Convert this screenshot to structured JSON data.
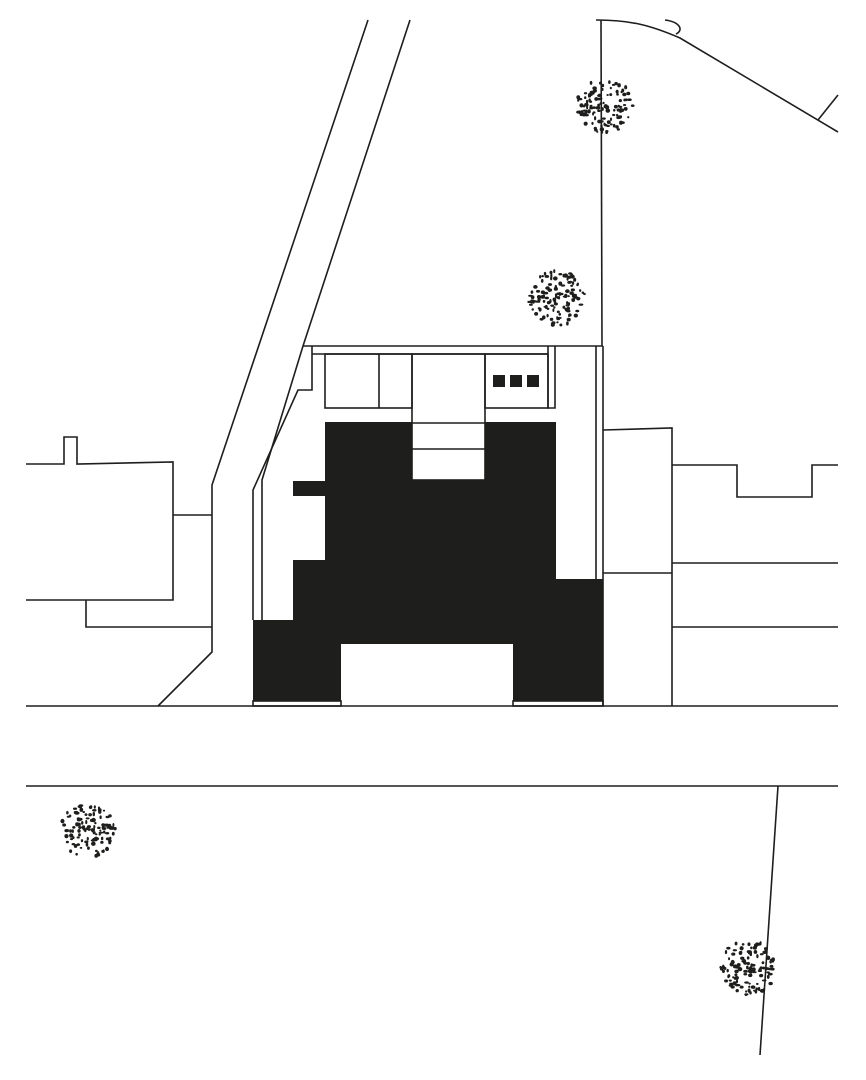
{
  "diagram": {
    "type": "site-plan",
    "colors": {
      "building_fill": "#1e1e1c",
      "line": "#1e1e1c",
      "background": "#ffffff"
    },
    "trees": [
      {
        "name": "tree-north-1"
      },
      {
        "name": "tree-north-2"
      },
      {
        "name": "tree-southwest"
      },
      {
        "name": "tree-southeast"
      }
    ]
  }
}
